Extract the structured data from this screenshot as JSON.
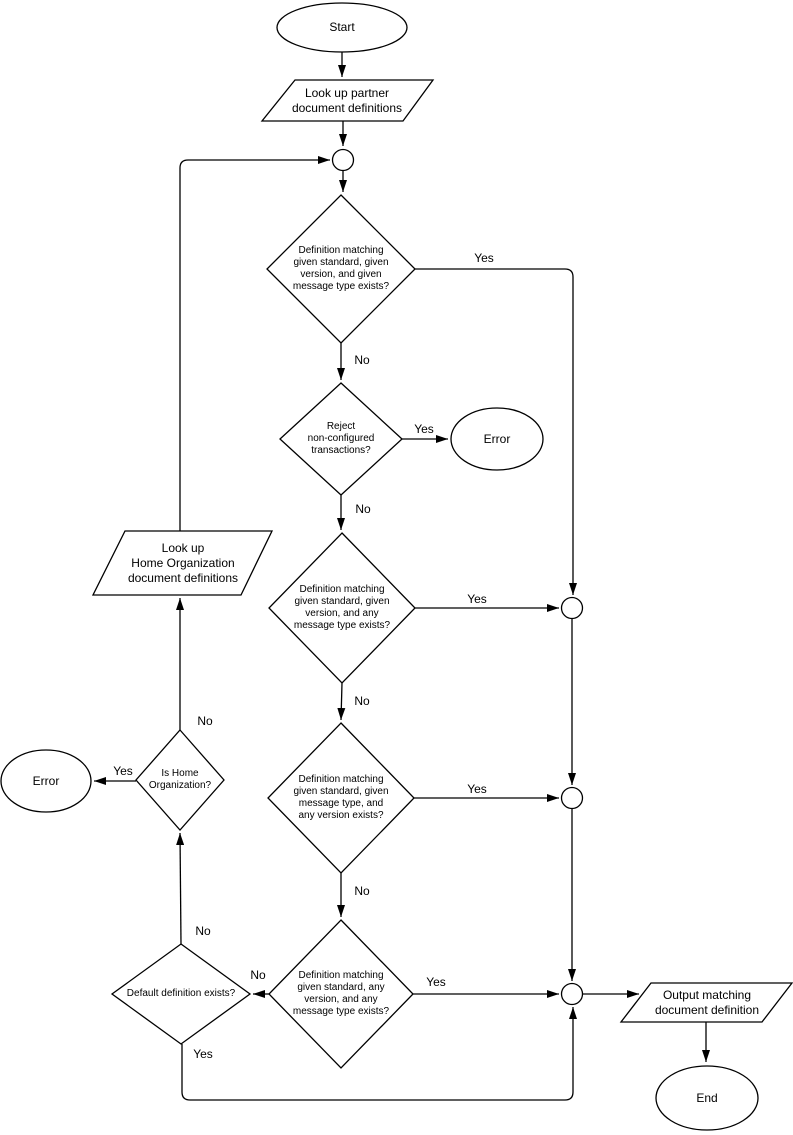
{
  "diagram": {
    "type": "flowchart",
    "colors": {
      "stroke": "#000000",
      "node_fill": "#ffffff",
      "text": "#000000",
      "background": "#ffffff"
    },
    "nodes": {
      "start": {
        "shape": "ellipse",
        "label": "Start"
      },
      "lookup_partner": {
        "shape": "parallelogram",
        "label": "Look up partner\ndocument definitions"
      },
      "junction_top": {
        "shape": "connector-circle",
        "label": ""
      },
      "d1": {
        "shape": "diamond",
        "label": "Definition matching\ngiven standard, given\nversion, and given\nmessage type exists?"
      },
      "d2": {
        "shape": "diamond",
        "label": "Reject\nnon-configured\ntransactions?"
      },
      "error1": {
        "shape": "ellipse",
        "label": "Error"
      },
      "d3": {
        "shape": "diamond",
        "label": "Definition matching\ngiven standard, given\nversion, and any\nmessage type exists?"
      },
      "lookup_home": {
        "shape": "parallelogram",
        "label": "Look up\nHome Organization\ndocument definitions"
      },
      "junction2": {
        "shape": "connector-circle",
        "label": ""
      },
      "d4": {
        "shape": "diamond",
        "label": "Definition matching\ngiven standard, given\nmessage type, and\nany version exists?"
      },
      "is_home": {
        "shape": "diamond",
        "label": "Is Home\nOrganization?"
      },
      "error2": {
        "shape": "ellipse",
        "label": "Error"
      },
      "junction3": {
        "shape": "connector-circle",
        "label": ""
      },
      "d5": {
        "shape": "diamond",
        "label": "Definition matching\ngiven standard, any\nversion, and any\nmessage type exists?"
      },
      "default_def": {
        "shape": "diamond",
        "label": "Default definition exists?"
      },
      "junction4": {
        "shape": "connector-circle",
        "label": ""
      },
      "output": {
        "shape": "parallelogram",
        "label": "Output matching\ndocument definition"
      },
      "end": {
        "shape": "ellipse",
        "label": "End"
      }
    },
    "edge_labels": {
      "d1_yes": "Yes",
      "d1_no": "No",
      "d2_yes": "Yes",
      "d2_no": "No",
      "d3_yes": "Yes",
      "d3_no": "No",
      "d4_yes": "Yes",
      "d4_no": "No",
      "d5_yes": "Yes",
      "d5_no": "No",
      "default_yes": "Yes",
      "default_no": "No",
      "is_home_yes": "Yes",
      "is_home_no": "No"
    }
  }
}
